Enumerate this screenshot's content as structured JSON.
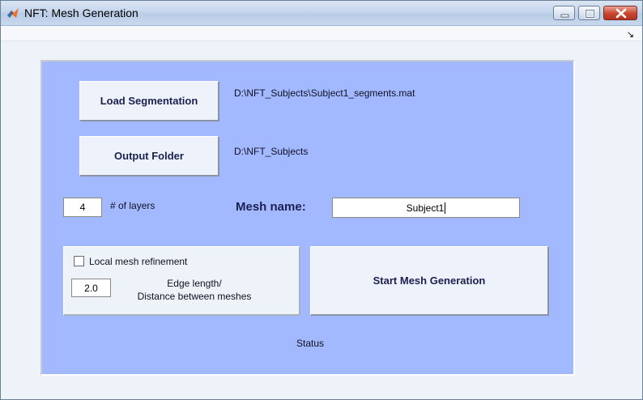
{
  "window": {
    "title": "NFT: Mesh Generation",
    "dock_glyph": "↘"
  },
  "icons": {
    "app": "matlab-logo-icon",
    "minimize": "minimize-icon",
    "maximize": "maximize-icon",
    "close": "close-icon"
  },
  "segmentation": {
    "button_label": "Load Segmentation",
    "path": "D:\\NFT_Subjects\\Subject1_segments.mat"
  },
  "output": {
    "button_label": "Output Folder",
    "path": "D:\\NFT_Subjects"
  },
  "layers": {
    "value": "4",
    "label": "# of layers"
  },
  "mesh": {
    "label": "Mesh name:",
    "value": "Subject1"
  },
  "refinement": {
    "checkbox_label": "Local mesh refinement",
    "checked": false,
    "edge_value": "2.0",
    "edge_label_line1": "Edge length/",
    "edge_label_line2": "Distance between meshes"
  },
  "actions": {
    "start_label": "Start Mesh Generation"
  },
  "status": {
    "text": "Status"
  },
  "colors": {
    "panel_bg": "#a3b9ff",
    "window_bg": "#eef3fa",
    "button_text": "#1c2050",
    "close_button": "#c8452e"
  }
}
